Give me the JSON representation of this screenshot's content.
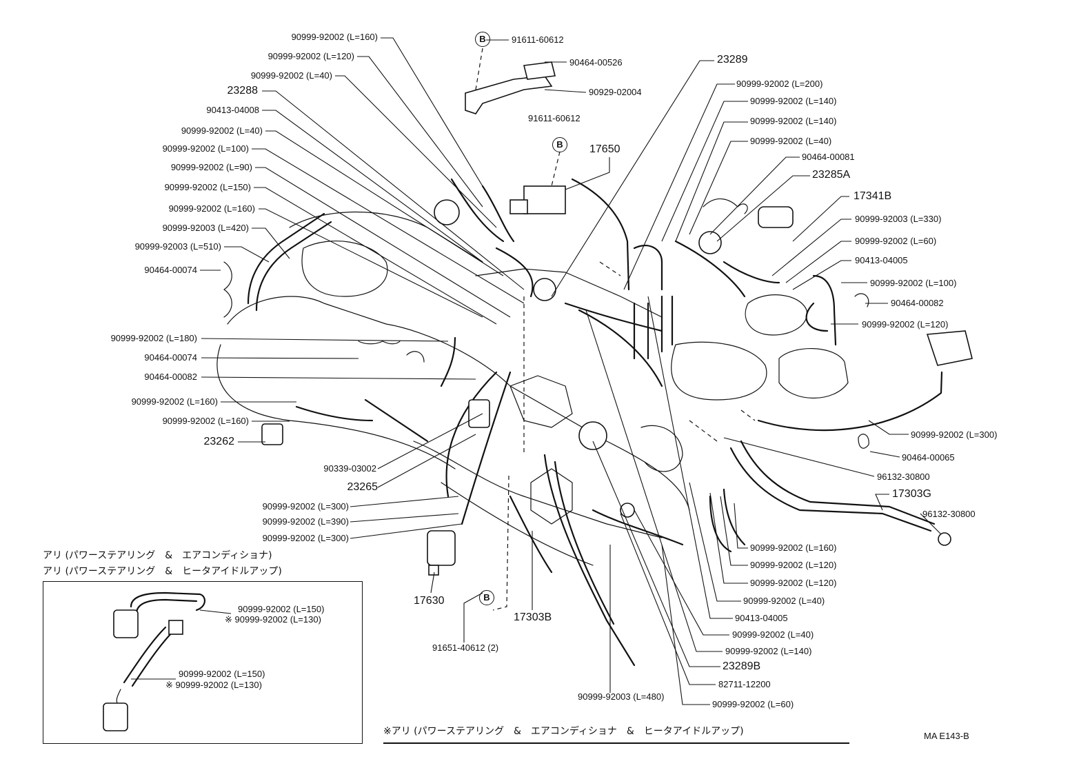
{
  "callouts": {
    "c01": "90999-92002 (L=160)",
    "c02": "90999-92002 (L=120)",
    "c03": "90999-92002 (L=40)",
    "c04": "23288",
    "c05": "90413-04008",
    "c06": "90999-92002 (L=40)",
    "c07": "90999-92002 (L=100)",
    "c08": "90999-92002 (L=90)",
    "c09": "90999-92002 (L=150)",
    "c10": "90999-92002 (L=160)",
    "c11": "90999-92003 (L=420)",
    "c12": "90999-92003 (L=510)",
    "c13": "90464-00074",
    "c14": "90999-92002 (L=180)",
    "c15": "90464-00074",
    "c16": "90464-00082",
    "c17": "90999-92002 (L=160)",
    "c18": "90999-92002 (L=160)",
    "c19": "23262",
    "c20": "90339-03002",
    "c21": "23265",
    "c22": "90999-92002 (L=300)",
    "c23": "90999-92002 (L=390)",
    "c24": "90999-92002 (L=300)",
    "c25": "17630",
    "c26": "91651-40612 (2)",
    "c27": "17303B",
    "c28": "90999-92003 (L=480)",
    "c29": "91611-60612",
    "c30": "90464-00526",
    "c31": "90929-02004",
    "c32": "91611-60612",
    "c33": "17650",
    "c34": "23289",
    "c35": "90999-92002 (L=200)",
    "c36": "90999-92002 (L=140)",
    "c37": "90999-92002 (L=140)",
    "c38": "90999-92002 (L=40)",
    "c39": "90464-00081",
    "c40": "23285A",
    "c41": "17341B",
    "c42": "90999-92003 (L=330)",
    "c43": "90999-92002 (L=60)",
    "c44": "90413-04005",
    "c45": "90999-92002 (L=100)",
    "c46": "90464-00082",
    "c47": "90999-92002 (L=120)",
    "c48": "90999-92002 (L=300)",
    "c49": "90464-00065",
    "c50": "96132-30800",
    "c51": "17303G",
    "c52": "96132-30800",
    "c53": "90999-92002 (L=160)",
    "c54": "90999-92002 (L=120)",
    "c55": "90999-92002 (L=120)",
    "c56": "90999-92002 (L=40)",
    "c57": "90413-04005",
    "c58": "90999-92002 (L=40)",
    "c59": "90999-92002 (L=140)",
    "c60": "23289B",
    "c61": "82711-12200",
    "c62": "90999-92002 (L=60)"
  },
  "reference_marks": {
    "b1": "B",
    "b2": "B",
    "b3": "B"
  },
  "inset": {
    "title_1": "アリ (パワーステアリング　&　エアコンディショナ)",
    "title_2": "アリ (パワーステアリング　&　ヒータアイドルアップ)",
    "upper_std": "90999-92002 (L=150)",
    "upper_alt": "※ 90999-92002 (L=130)",
    "lower_std": "90999-92002 (L=150)",
    "lower_alt": "※ 90999-92002 (L=130)"
  },
  "footnote": "※アリ (パワーステアリング　&　エアコンディショナ　&　ヒータアイドルアップ)",
  "figure_code": "MA E143-B"
}
